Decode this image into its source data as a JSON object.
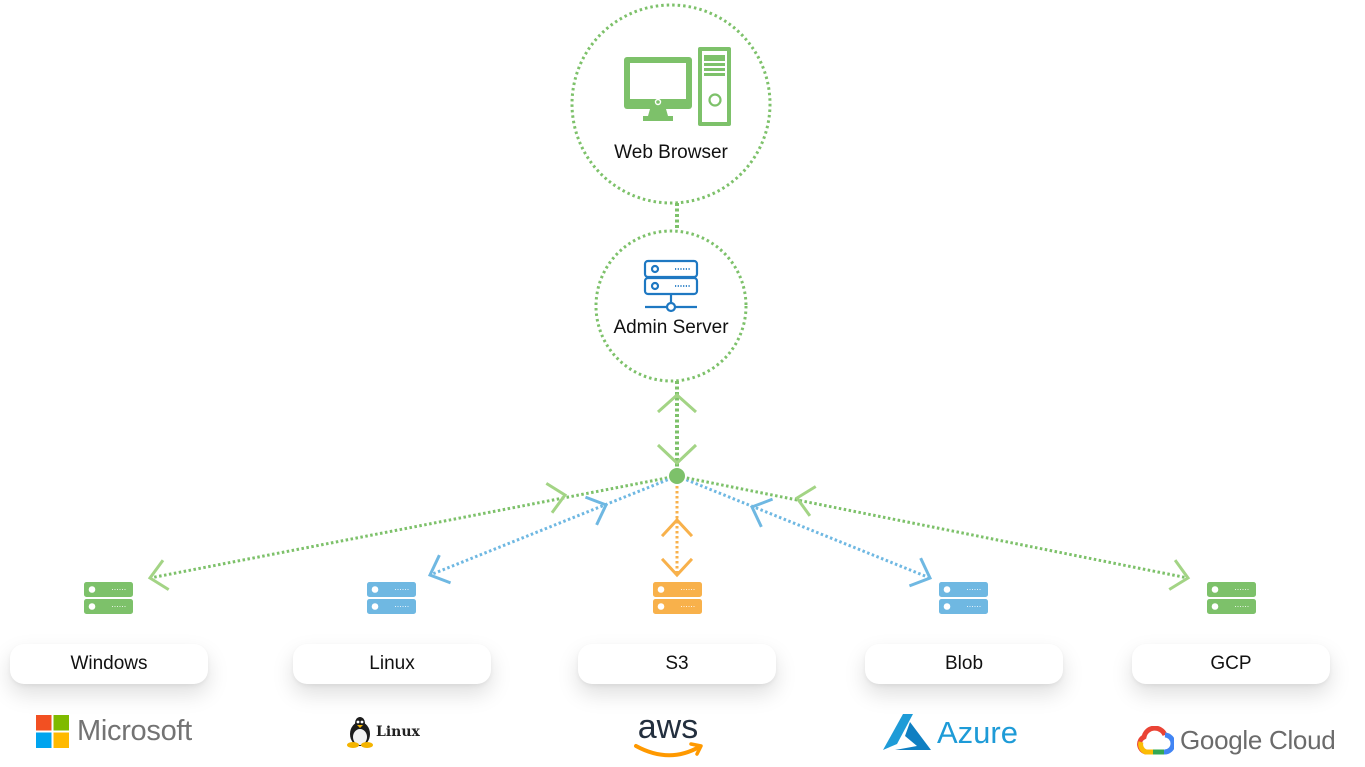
{
  "colors": {
    "green": "#7dc16a",
    "green_light": "#a3d485",
    "blue": "#6fb8e2",
    "orange": "#f8b14b",
    "admin_icon_blue": "#1e78c2"
  },
  "hub": {
    "web_browser": {
      "label": "Web Browser",
      "icon": "desktop-computer-icon"
    },
    "admin_server": {
      "label": "Admin Server",
      "icon": "network-server-icon"
    }
  },
  "targets": [
    {
      "id": "windows",
      "label": "Windows",
      "color": "green",
      "icon": "server-icon",
      "logo": {
        "name": "microsoft-logo",
        "text": "Microsoft"
      }
    },
    {
      "id": "linux",
      "label": "Linux",
      "color": "blue",
      "icon": "server-icon",
      "logo": {
        "name": "linux-logo",
        "text": "Linux"
      }
    },
    {
      "id": "s3",
      "label": "S3",
      "color": "orange",
      "icon": "server-icon",
      "logo": {
        "name": "aws-logo",
        "text": "aws"
      }
    },
    {
      "id": "blob",
      "label": "Blob",
      "color": "blue",
      "icon": "server-icon",
      "logo": {
        "name": "azure-logo",
        "text": "Azure"
      }
    },
    {
      "id": "gcp",
      "label": "GCP",
      "color": "green",
      "icon": "server-icon",
      "logo": {
        "name": "google-cloud-logo",
        "text": "Google Cloud"
      }
    }
  ]
}
